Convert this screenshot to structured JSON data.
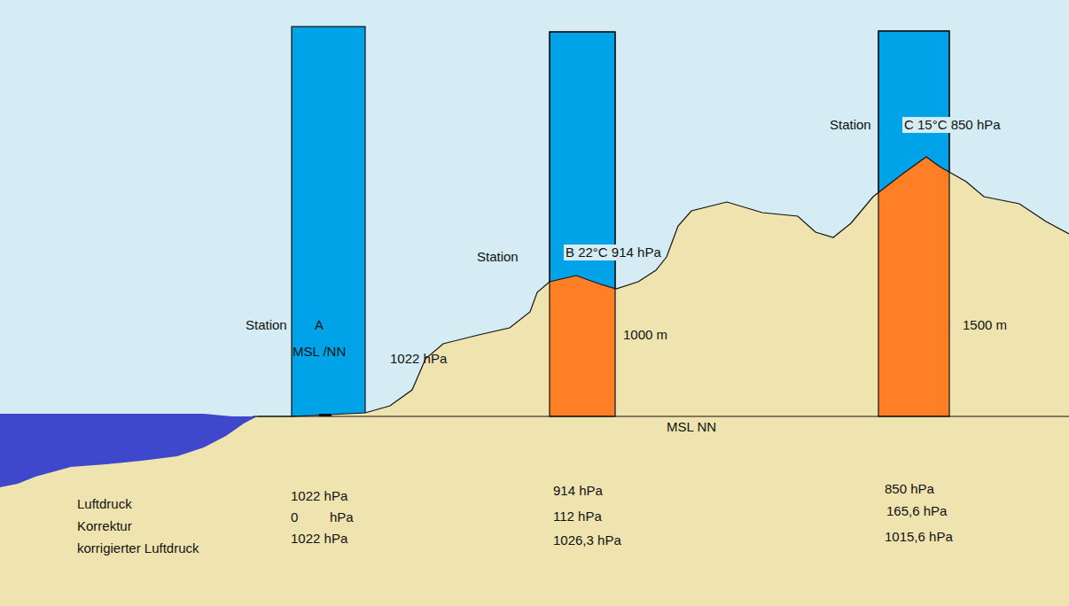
{
  "diagram": {
    "labels": [
      "Station",
      "A",
      "MSL /NN",
      "1022 hPa",
      "Station",
      "B 22°C 914 hPa",
      "1000 m",
      "Station",
      "C 15°C 850 hPa",
      "1500 m",
      "MSL NN",
      "Luftdruck",
      "Korrektur",
      "korrigierter Luftdruck",
      "1022 hPa",
      "0",
      "hPa",
      "1022 hPa",
      "914 hPa",
      "112 hPa",
      "1026,3 hPa",
      "850 hPa",
      "165,6 hPa",
      "1015,6 hPa"
    ]
  }
}
